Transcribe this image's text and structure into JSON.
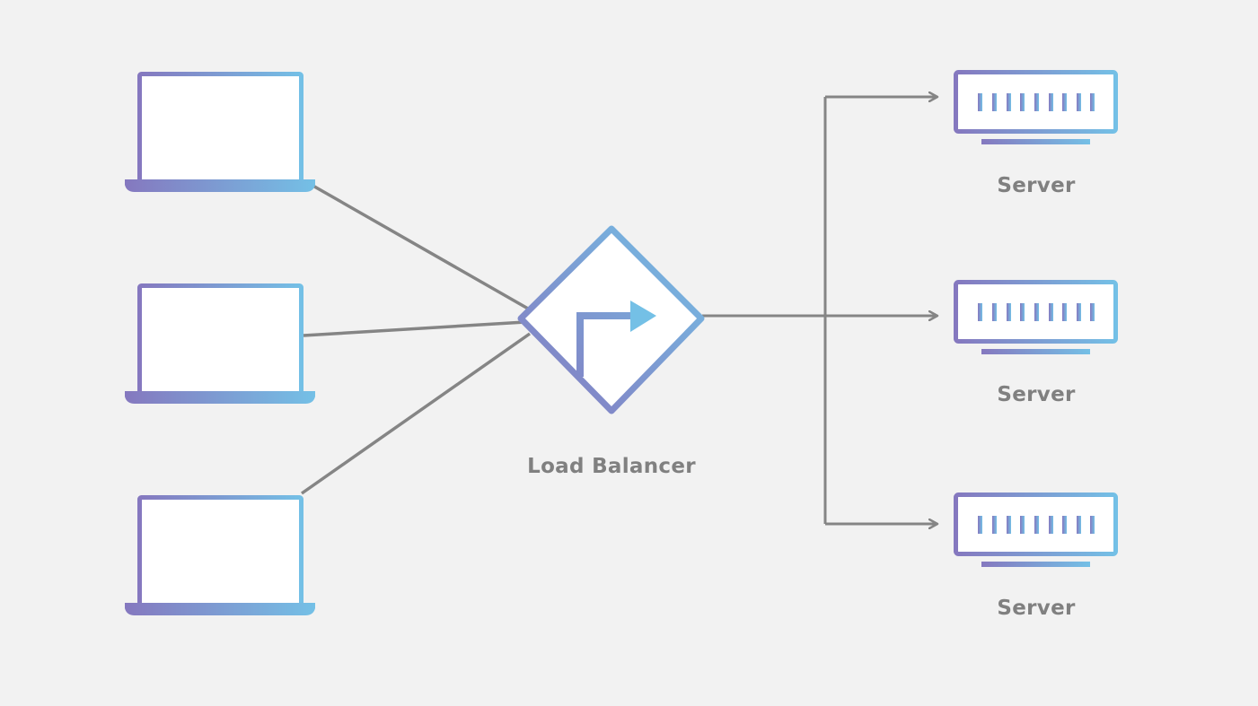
{
  "colors": {
    "background": "#f2f2f2",
    "gradient_start": "#8578bf",
    "gradient_end": "#74c0e6",
    "connector": "#858585",
    "label": "#808080",
    "fill": "#ffffff"
  },
  "icons": {
    "client": "laptop-icon",
    "balancer": "load-balancer-icon",
    "server": "server-icon"
  },
  "load_balancer": {
    "label": "Load Balancer"
  },
  "servers": [
    {
      "label": "Server"
    },
    {
      "label": "Server"
    },
    {
      "label": "Server"
    }
  ]
}
